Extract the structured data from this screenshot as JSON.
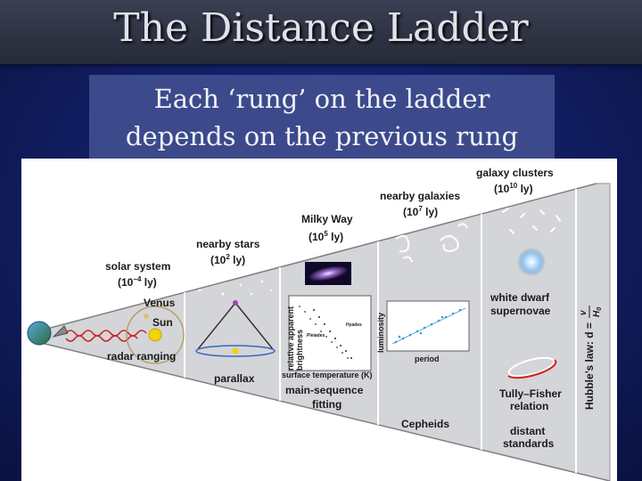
{
  "slide": {
    "title": "The Distance Ladder",
    "subtitle_line1": "Each ‘rung’ on the ladder",
    "subtitle_line2": "depends on the previous rung"
  },
  "diagram": {
    "rungs": [
      {
        "name": "solar system",
        "scale_base": "(10",
        "scale_exp": "−4",
        "scale_unit": " ly)",
        "labels": [
          "Venus",
          "Sun",
          "radar ranging"
        ]
      },
      {
        "name": "nearby stars",
        "scale_base": "(10",
        "scale_exp": "2",
        "scale_unit": " ly)",
        "labels": [
          "parallax"
        ]
      },
      {
        "name": "Milky Way",
        "scale_base": "(10",
        "scale_exp": "5",
        "scale_unit": " ly)",
        "labels": [
          "relative apparent",
          "brightness",
          "surface temperature (K)",
          "main-sequence",
          "fitting"
        ]
      },
      {
        "name": "nearby galaxies",
        "scale_base": "(10",
        "scale_exp": "7",
        "scale_unit": " ly)",
        "labels": [
          "luminosity",
          "period",
          "Cepheids"
        ]
      },
      {
        "name": "galaxy clusters",
        "scale_base": "(10",
        "scale_exp": "10",
        "scale_unit": " ly)",
        "labels": [
          "white dwarf",
          "supernovae",
          "Tully–Fisher",
          "relation",
          "distant",
          "standards"
        ]
      }
    ],
    "hubble_law": "Hubble’s law: d =",
    "hubble_v": "v",
    "hubble_h": "H",
    "hubble_sub": "0",
    "hr_labels": [
      "Hyades",
      "Pleiades"
    ],
    "colors": {
      "panel": "#d4d5d8",
      "tube_edge": "#808080",
      "radar_wave": "#cc2222",
      "sun": "#f2d20a",
      "cepheid_points": "#3a9ad6",
      "hr_points": "#7a4bb0"
    }
  }
}
